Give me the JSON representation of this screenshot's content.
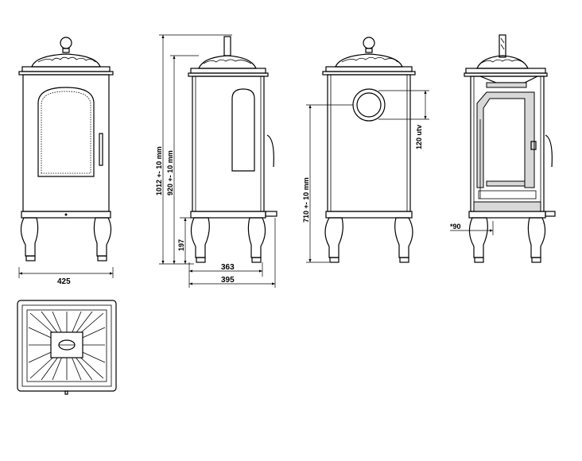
{
  "dimensions": {
    "front_width": "425",
    "total_height": "1012 +- 10 mm",
    "body_height": "920 +- 10 mm",
    "leg_height": "197",
    "side_depth_inner": "363",
    "side_depth_outer": "395",
    "flue_height": "710 +- 10 mm",
    "flue_diameter": "120 utv",
    "inlet": "*90"
  },
  "views": [
    "front-view",
    "side-view",
    "rear-view",
    "section-view",
    "top-view"
  ]
}
